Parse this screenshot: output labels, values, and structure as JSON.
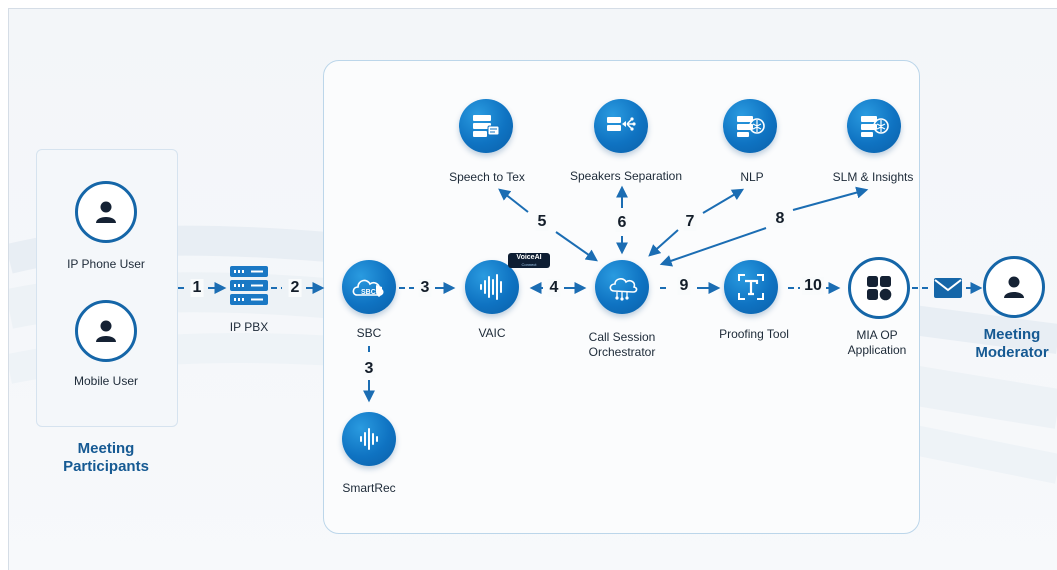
{
  "participants": {
    "title_line1": "Meeting",
    "title_line2": "Participants",
    "ip_phone_user": "IP Phone User",
    "mobile_user": "Mobile User"
  },
  "moderator": {
    "line1": "Meeting",
    "line2": "Moderator"
  },
  "nodes": {
    "ip_pbx": "IP PBX",
    "sbc": "SBC",
    "sbc_icon_text": "SBC",
    "smartrec": "SmartRec",
    "vaic": "VAIC",
    "voiceai_badge_line1": "VoiceAI",
    "voiceai_badge_line2": "Connect",
    "orchestrator_line1": "Call Session",
    "orchestrator_line2": "Orchestrator",
    "speech_to_text": "Speech to Tex",
    "speakers_separation": "Speakers Separation",
    "nlp": "NLP",
    "slm_insights": "SLM & Insights",
    "proofing_tool": "Proofing Tool",
    "mia_line1": "MIA OP",
    "mia_line2": "Application"
  },
  "steps": {
    "s1": "1",
    "s2": "2",
    "s3a": "3",
    "s3b": "3",
    "s4": "4",
    "s5": "5",
    "s6": "6",
    "s7": "7",
    "s8": "8",
    "s9": "9",
    "s10": "10"
  },
  "colors": {
    "primary": "#0f73c2",
    "dark_blue": "#165a93",
    "arrow": "#1b6db3",
    "ring": "#1566a8"
  }
}
